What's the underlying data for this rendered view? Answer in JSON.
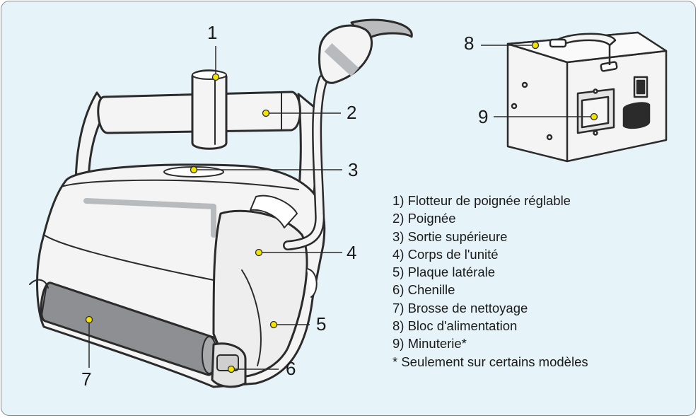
{
  "callouts": [
    {
      "number": "1",
      "label": "1) Flotteur de poignée réglable"
    },
    {
      "number": "2",
      "label": "2) Poignée"
    },
    {
      "number": "3",
      "label": "3) Sortie supérieure"
    },
    {
      "number": "4",
      "label": "4) Corps de l'unité"
    },
    {
      "number": "5",
      "label": "5) Plaque latérale"
    },
    {
      "number": "6",
      "label": "6) Chenille"
    },
    {
      "number": "7",
      "label": "7) Brosse de nettoyage"
    },
    {
      "number": "8",
      "label": "8) Bloc d'alimentation"
    },
    {
      "number": "9",
      "label": "9) Minuterie*"
    }
  ],
  "footnote": "* Seulement sur certains modèles",
  "colors": {
    "panel_background": "#e6f3f9",
    "body": "#f4f4f4",
    "outline": "#2b2b2b",
    "brush": "#8d8f92",
    "marker": "#f2e400"
  }
}
